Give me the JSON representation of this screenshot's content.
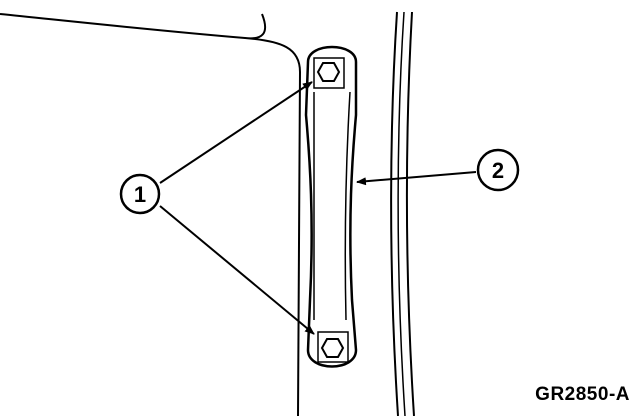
{
  "diagram": {
    "figure_id": "GR2850-A",
    "callouts": [
      {
        "number": "1",
        "refers_to": "bolts"
      },
      {
        "number": "2",
        "refers_to": "bracket"
      }
    ]
  },
  "colors": {
    "line": "#000000",
    "background": "#ffffff"
  }
}
